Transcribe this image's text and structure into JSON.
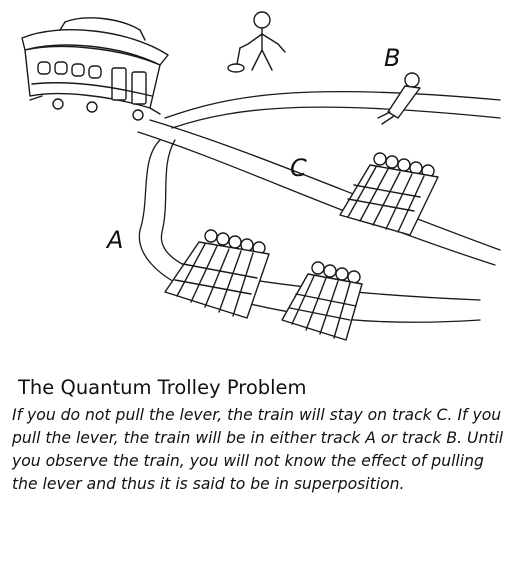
{
  "scene": {
    "track_labels": {
      "a": "A",
      "b": "B",
      "c": "C"
    }
  },
  "caption": {
    "title": "The Quantum Trolley Problem",
    "text": "If you do not pull the lever, the train will stay on track C. If you pull the lever, the train will be in either track A or track B. Until you observe the train, you will not know the effect of pulling the lever and thus it is said to be in superposition."
  }
}
